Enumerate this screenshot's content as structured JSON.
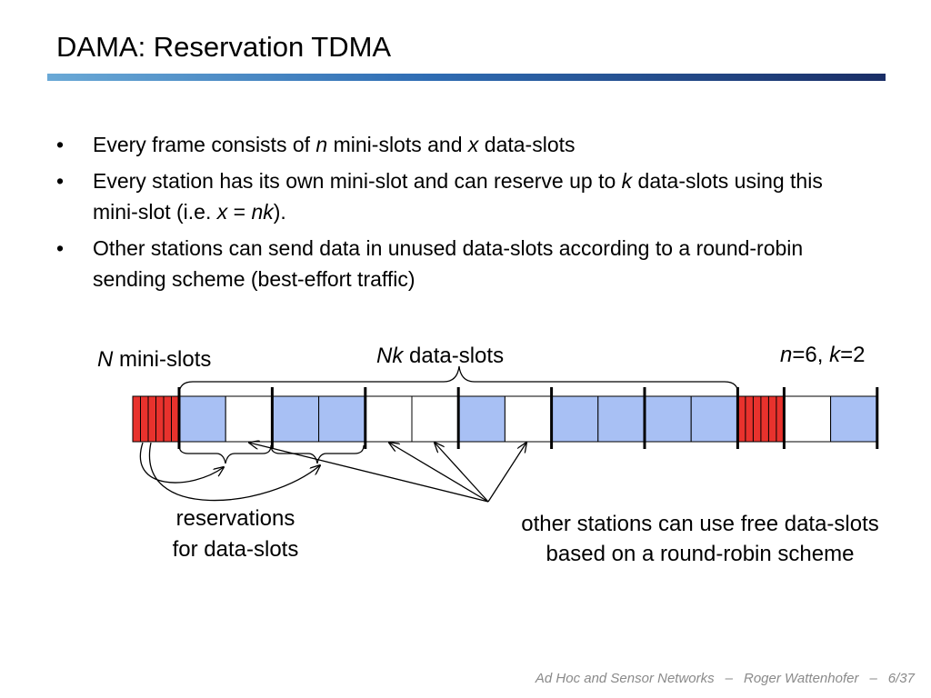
{
  "title": "DAMA: Reservation TDMA",
  "bullets": [
    [
      {
        "t": "Every frame consists of "
      },
      {
        "t": "n",
        "i": true
      },
      {
        "t": " mini-slots and "
      },
      {
        "t": "x",
        "i": true
      },
      {
        "t": " data-slots"
      }
    ],
    [
      {
        "t": "Every station has its own mini-slot and can reserve up to "
      },
      {
        "t": "k",
        "i": true
      },
      {
        "t": " data-slots using this mini-slot (i.e. "
      },
      {
        "t": "x",
        "i": true
      },
      {
        "t": " = "
      },
      {
        "t": "nk",
        "i": true
      },
      {
        "t": ")."
      }
    ],
    [
      {
        "t": "Other stations can send data in unused data-slots according to a round-robin sending scheme (best-effort traffic)"
      }
    ]
  ],
  "diagram": {
    "label_n_mini": {
      "italic": "N",
      "text": " mini-slots"
    },
    "label_nk_data": {
      "italic": "Nk",
      "text": " data-slots"
    },
    "label_params": {
      "n_var": "n",
      "n_val": "=6, ",
      "k_var": "k",
      "k_val": "=2"
    },
    "reservations_label": [
      "reservations",
      "for data-slots"
    ],
    "free_label": [
      "other stations can use free data-slots",
      "based on a round-robin scheme"
    ],
    "frame_pattern": [
      "mini",
      "d",
      "f",
      "d",
      "d",
      "f",
      "f",
      "d",
      "f",
      "d",
      "d",
      "d",
      "d",
      "mini",
      "f",
      "d"
    ],
    "colors": {
      "mini": "#e8322d",
      "reserved": "#a8c0f4",
      "free": "#ffffff",
      "line": "#000000"
    }
  },
  "footer": {
    "course": "Ad Hoc and Sensor Networks",
    "sep1": "–",
    "author": "Roger Wattenhofer",
    "sep2": "–",
    "page": "6/37"
  }
}
